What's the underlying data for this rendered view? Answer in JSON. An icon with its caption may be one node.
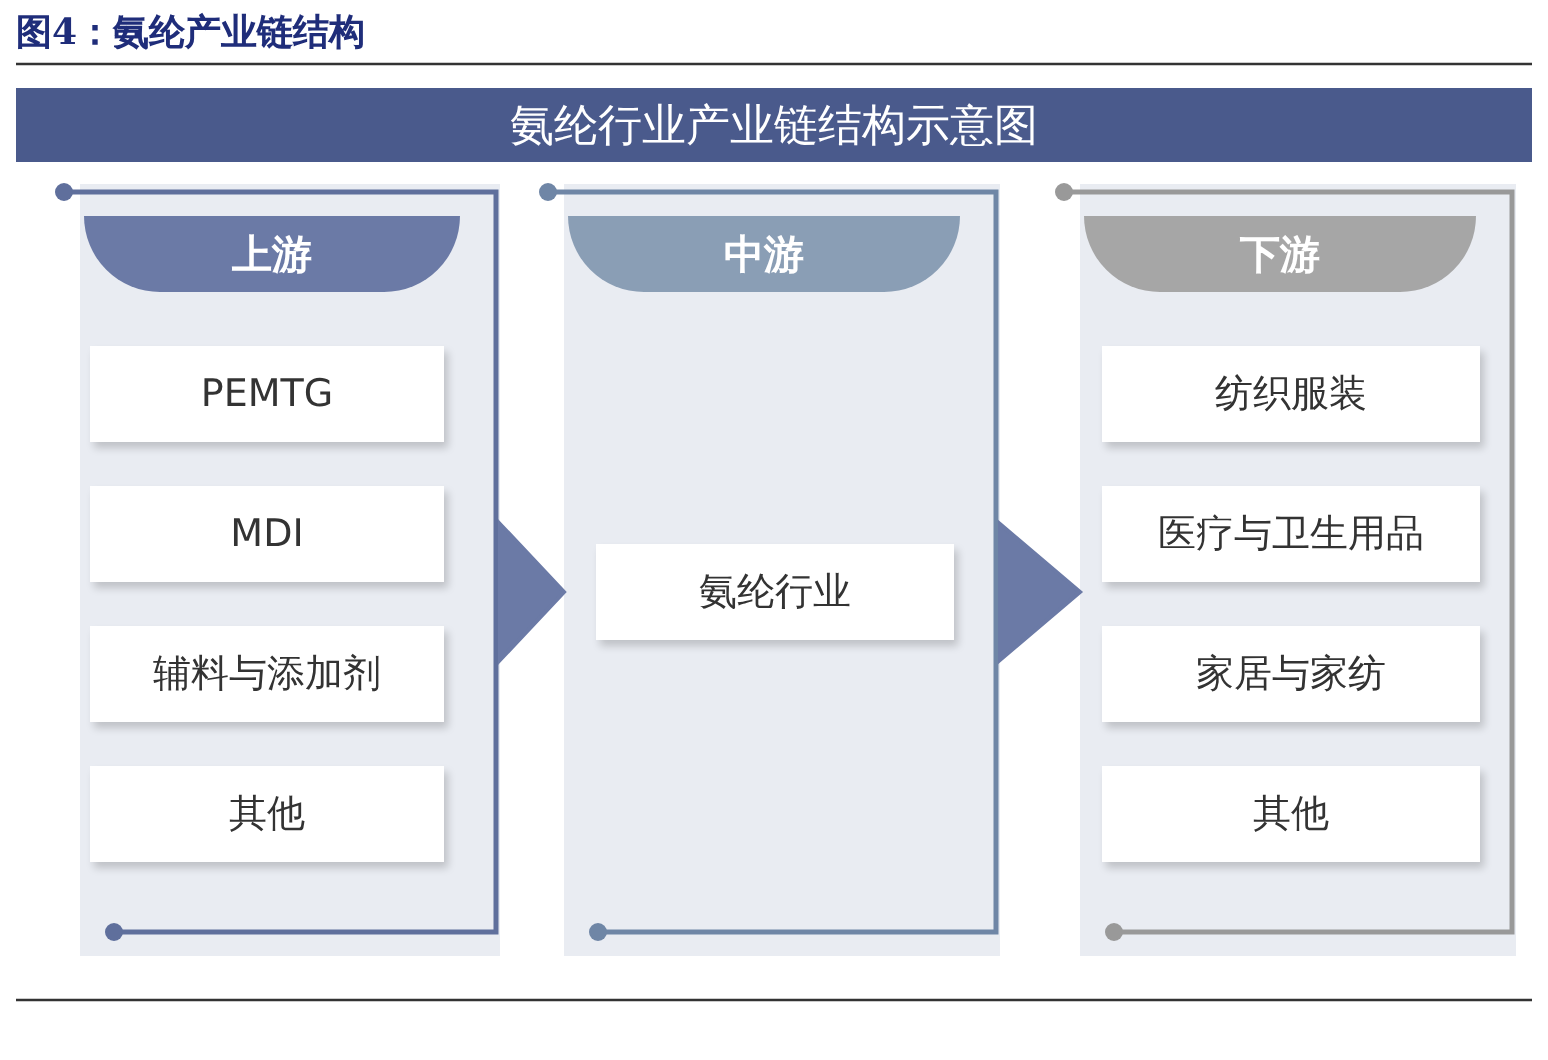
{
  "diagram": {
    "title": "图4：氨纶产业链结构",
    "nodes": [
      {
        "text": [
          "上游"
        ]
      },
      {
        "text": [
          "PEMTG"
        ],
        "in": 0
      },
      {
        "text": [
          "MDI"
        ],
        "in": 0
      },
      {
        "text": [
          "辅料与添加剂"
        ],
        "in": 0
      },
      {
        "text": [
          "其他"
        ],
        "in": 0
      },
      {
        "text": [
          "中游"
        ]
      },
      {
        "text": [
          "氨纶行业"
        ],
        "in": 5
      },
      {
        "text": [
          "下游"
        ]
      },
      {
        "text": [
          "纺织服装"
        ],
        "in": 7
      },
      {
        "text": [
          "医疗与卫生用品"
        ],
        "in": 7
      },
      {
        "text": [
          "家居与家纺"
        ],
        "in": 7
      },
      {
        "text": [
          "其他"
        ],
        "in": 7
      }
    ],
    "edges": [
      {
        "from": 0,
        "to": 5,
        "arrow": "to"
      },
      {
        "from": 5,
        "to": 7,
        "arrow": "to"
      }
    ],
    "labels": [
      "氨纶行业产业链结构示意图"
    ]
  }
}
